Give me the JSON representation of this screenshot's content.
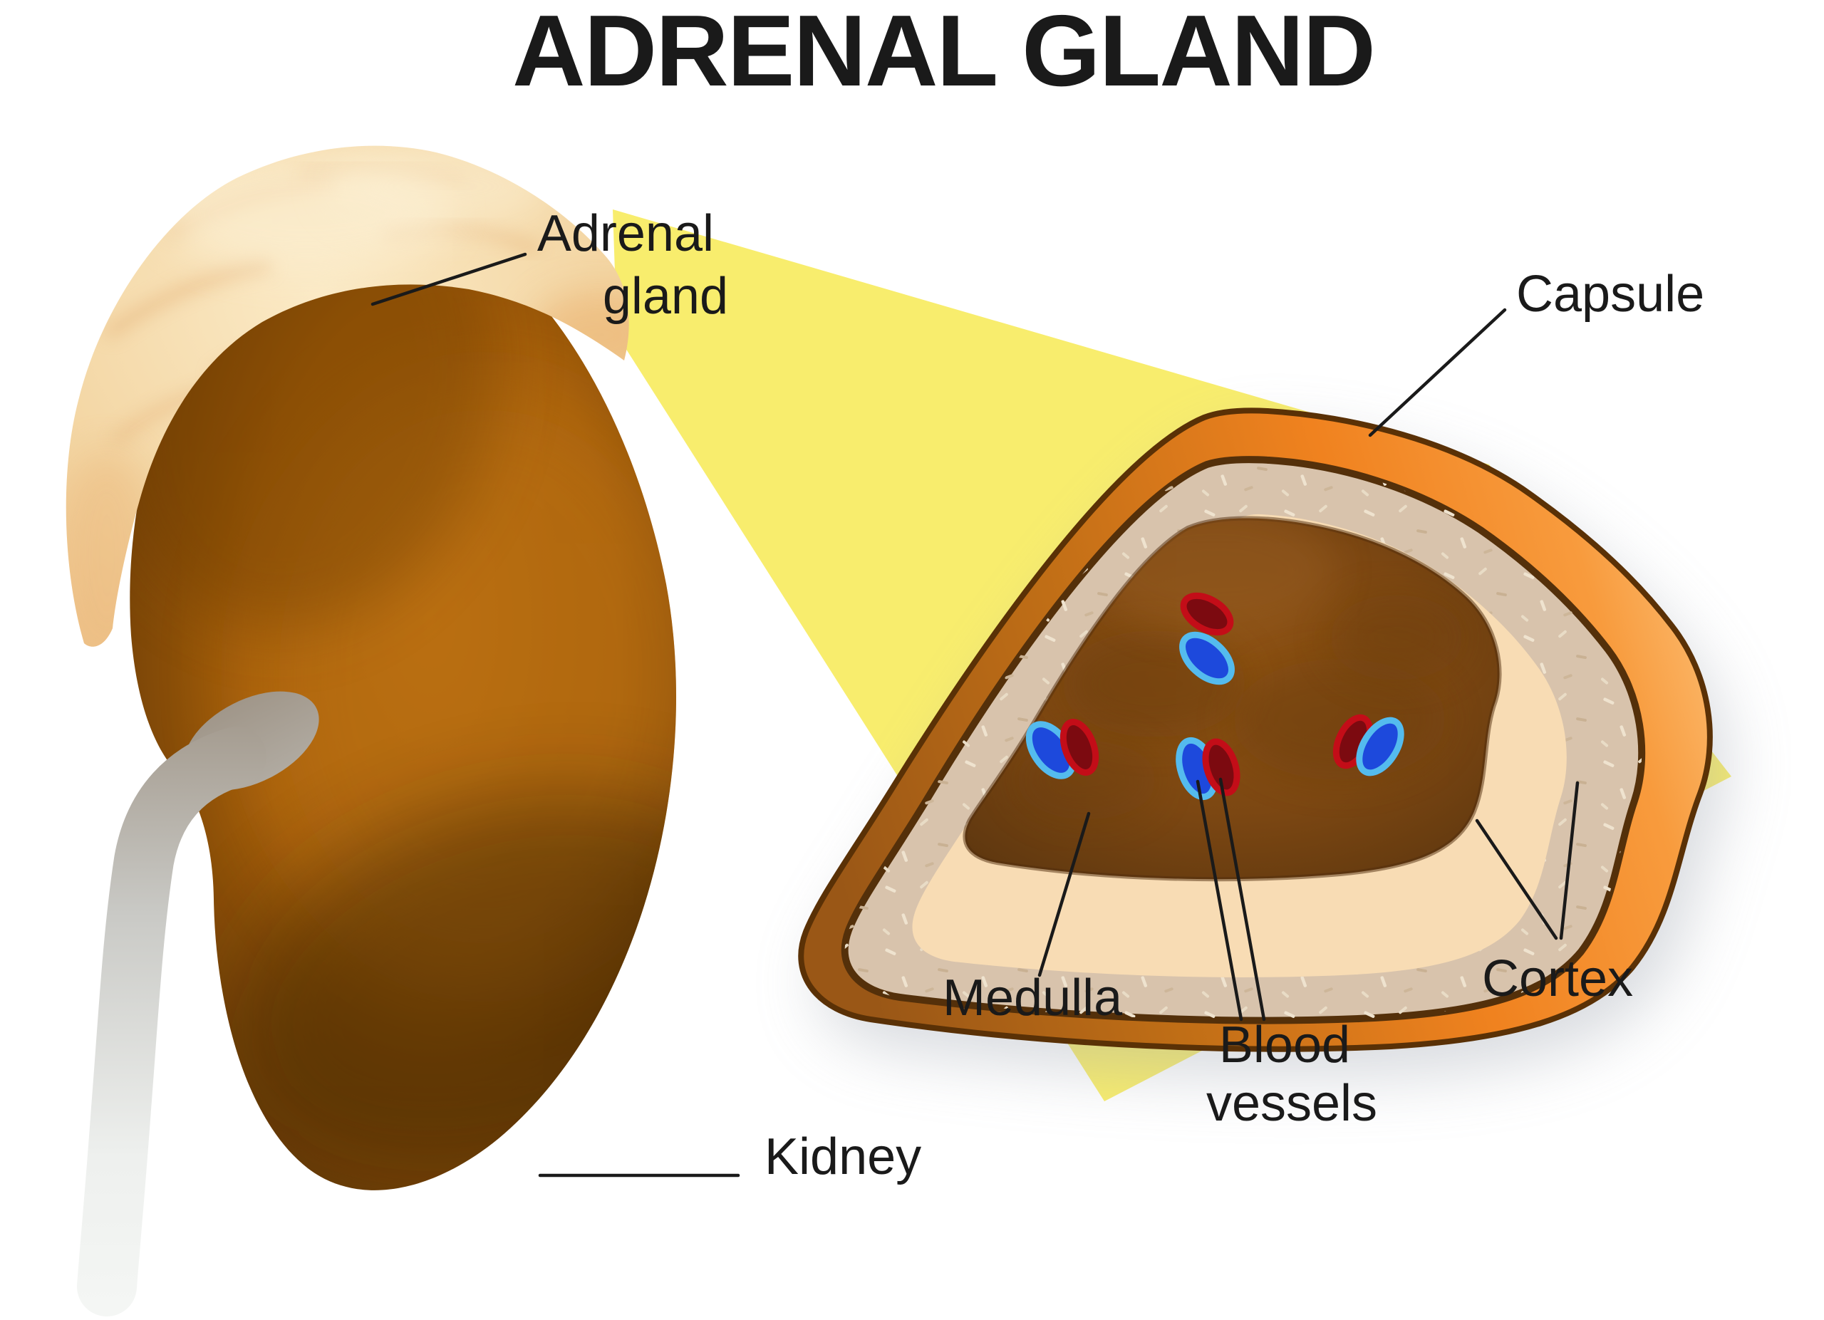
{
  "title": "ADRENAL GLAND",
  "labels": {
    "adrenal_gland": {
      "line1": "Adrenal",
      "line2": "gland"
    },
    "capsule": "Capsule",
    "medulla": "Medulla",
    "blood_vessels": {
      "line1": "Blood",
      "line2": "vessels"
    },
    "cortex": "Cortex",
    "kidney": "Kidney"
  },
  "figure": {
    "blood_vessels_shown": 8,
    "cortex_layers_pointed": 2
  },
  "colors": {
    "background": "#ffffff",
    "label_text": "#1a1a1a",
    "leader_line": "#1a1a1a",
    "beam_yellow": "#f8ed6d",
    "capsule_sienna": "#9a5716",
    "capsule_orange": "#f0821f",
    "capsule_highlight": "#fcc27a",
    "outline_brown": "#5a3106",
    "cortex_separator": "#54300a",
    "cortex_speckled_tan": "#d8c3ac",
    "speckle_light": "#efe3cf",
    "speckle_dark": "#c9b193",
    "cortex_inner_peach": "#f8dcb4",
    "medulla_brown": "#8e5213",
    "medulla_mid": "#7c4712",
    "medulla_dark": "#5e370f",
    "vessel_blue_fill": "#1d49dc",
    "vessel_blue_ring": "#54bbee",
    "vessel_red_fill": "#7c0a10",
    "vessel_red_ring": "#c30d18",
    "kidney_bright": "#b4690e",
    "kidney_mid": "#a35d0a",
    "kidney_deep": "#7a4507",
    "kidney_dark": "#46280a",
    "adrenal_cream": "#fbeac6",
    "adrenal_tan": "#f3d5a2",
    "adrenal_shade": "#edbf85",
    "ureter_light": "#eef0ee",
    "ureter_gray": "#c9c9c5",
    "ureter_shadow": "#a09689",
    "shadow_gray": "#9aa0ac"
  }
}
